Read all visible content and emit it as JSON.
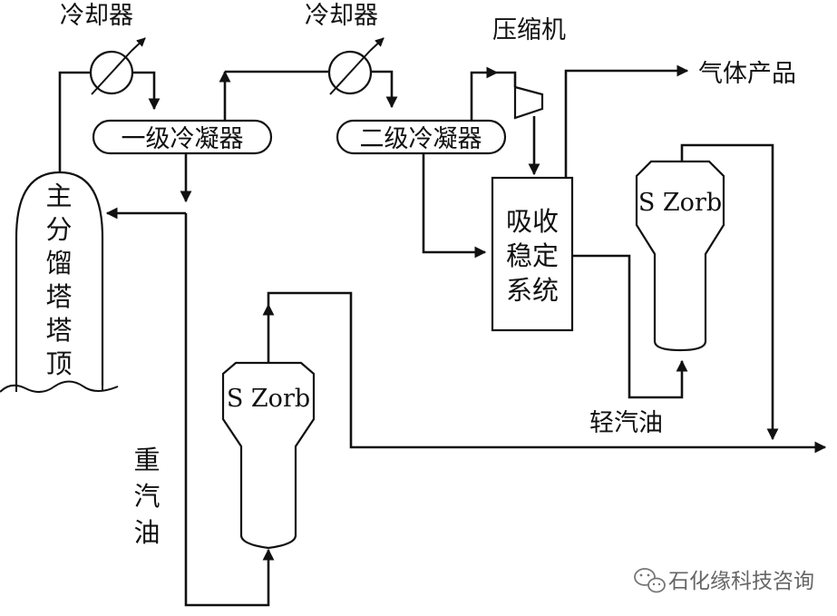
{
  "labels": {
    "cooler_1": "冷却器",
    "cooler_2": "冷却器",
    "compressor": "压缩机",
    "gas_product": "气体产品",
    "condenser_1": "一级冷凝器",
    "condenser_2": "二级冷凝器",
    "main_fractionator": [
      "主",
      "分",
      "馏",
      "塔",
      "塔",
      "顶"
    ],
    "absorption_system": [
      "吸收",
      "稳定",
      "系统"
    ],
    "szorb_right": "S Zorb",
    "szorb_left": "S Zorb",
    "light_gasoline": "轻汽油",
    "heavy_gasoline": [
      "重",
      "汽",
      "油"
    ]
  },
  "watermark": {
    "text": "石化缘科技咨询",
    "icon": "wechat-icon"
  }
}
